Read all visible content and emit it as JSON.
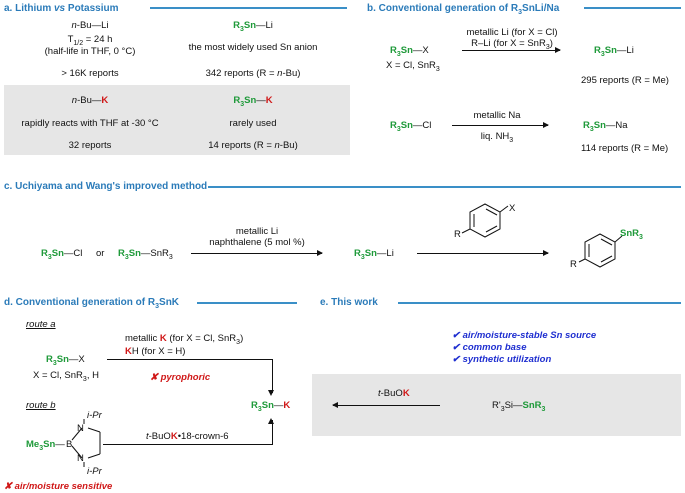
{
  "section_a": {
    "header": "a. Lithium vs Potassium",
    "nbuli": {
      "prefix": "n-Bu",
      "dash": "—",
      "metal": "Li"
    },
    "half_life": "T1/2 = 24 h",
    "half_life_note": "(half-life in THF, 0 °C)",
    "nbuli_reports": "> 16K reports",
    "r3snli": {
      "prefix": "R3Sn",
      "dash": "—",
      "metal": "Li"
    },
    "r3snli_note": "the most widely used Sn anion",
    "r3snli_reports": "342 reports (R = n-Bu)",
    "nbuk": {
      "prefix": "n-Bu",
      "dash": "—",
      "metal": "K"
    },
    "nbuk_note": "rapidly reacts with THF at -30 °C",
    "nbuk_reports": "32 reports",
    "r3snk": {
      "prefix": "R3Sn",
      "dash": "—",
      "metal": "K"
    },
    "r3snk_note": "rarely used",
    "r3snk_reports": "14 reports (R = n-Bu)"
  },
  "section_b": {
    "header": "b. Conventional generation of R3SnLi/Na",
    "reagent1": "R3Sn—X",
    "x_def": "X = Cl, SnR3",
    "cond1_line1": "metallic Li (for X = Cl)",
    "cond1_line2": "R–Li (for X = SnR3)",
    "product1": "R3Sn—Li",
    "reports1": "295 reports (R = Me)",
    "reagent2": "R3Sn—Cl",
    "cond2_line1": "metallic Na",
    "cond2_line2": "liq. NH3",
    "product2": "R3Sn—Na",
    "reports2": "114 reports (R = Me)"
  },
  "section_c": {
    "header": "c. Uchiyama and Wang's improved method",
    "reagent_a": "R3Sn—Cl",
    "or": "or",
    "reagent_b": "R3Sn—SnR3",
    "cond_line1": "metallic Li",
    "cond_line2": "naphthalene (5 mol %)",
    "product": "R3Sn—Li",
    "aryl_sub_r": "R",
    "aryl_sub_x": "X",
    "final_r": "R",
    "final_sn": "SnR3"
  },
  "section_d": {
    "header": "d. Conventional generation of R3SnK",
    "route_a": "route a",
    "reagent_a": "R3Sn—X",
    "x_def": "X = Cl, SnR3, H",
    "cond_a_line1": "metallic K (for X = Cl, SnR3)",
    "cond_a_line2": "KH (for X = H)",
    "pyrophoric": "✘ pyrophoric",
    "route_b": "route b",
    "ipr_top": "i-Pr",
    "ipr_bottom": "i-Pr",
    "n_top": "N",
    "n_bottom": "N",
    "boron": "B",
    "me3sn": "Me3Sn",
    "cond_b": "t-BuOK•18-crown-6",
    "product": "R3Sn—K",
    "sensitive": "✘ air/moisture sensitive"
  },
  "section_e": {
    "header": "e. This work",
    "benefit1": "✔ air/moisture-stable Sn source",
    "benefit2": "✔ common base",
    "benefit3": "✔ synthetic utilization",
    "reagent": "t-BuOK",
    "silyl": "R'3Si—SnR3"
  },
  "colors": {
    "header": "#2b7bb9",
    "tin": "#1f9a3a",
    "potassium": "#d01818",
    "benefit": "#1f2fd0",
    "box": "#e6e6e6"
  }
}
